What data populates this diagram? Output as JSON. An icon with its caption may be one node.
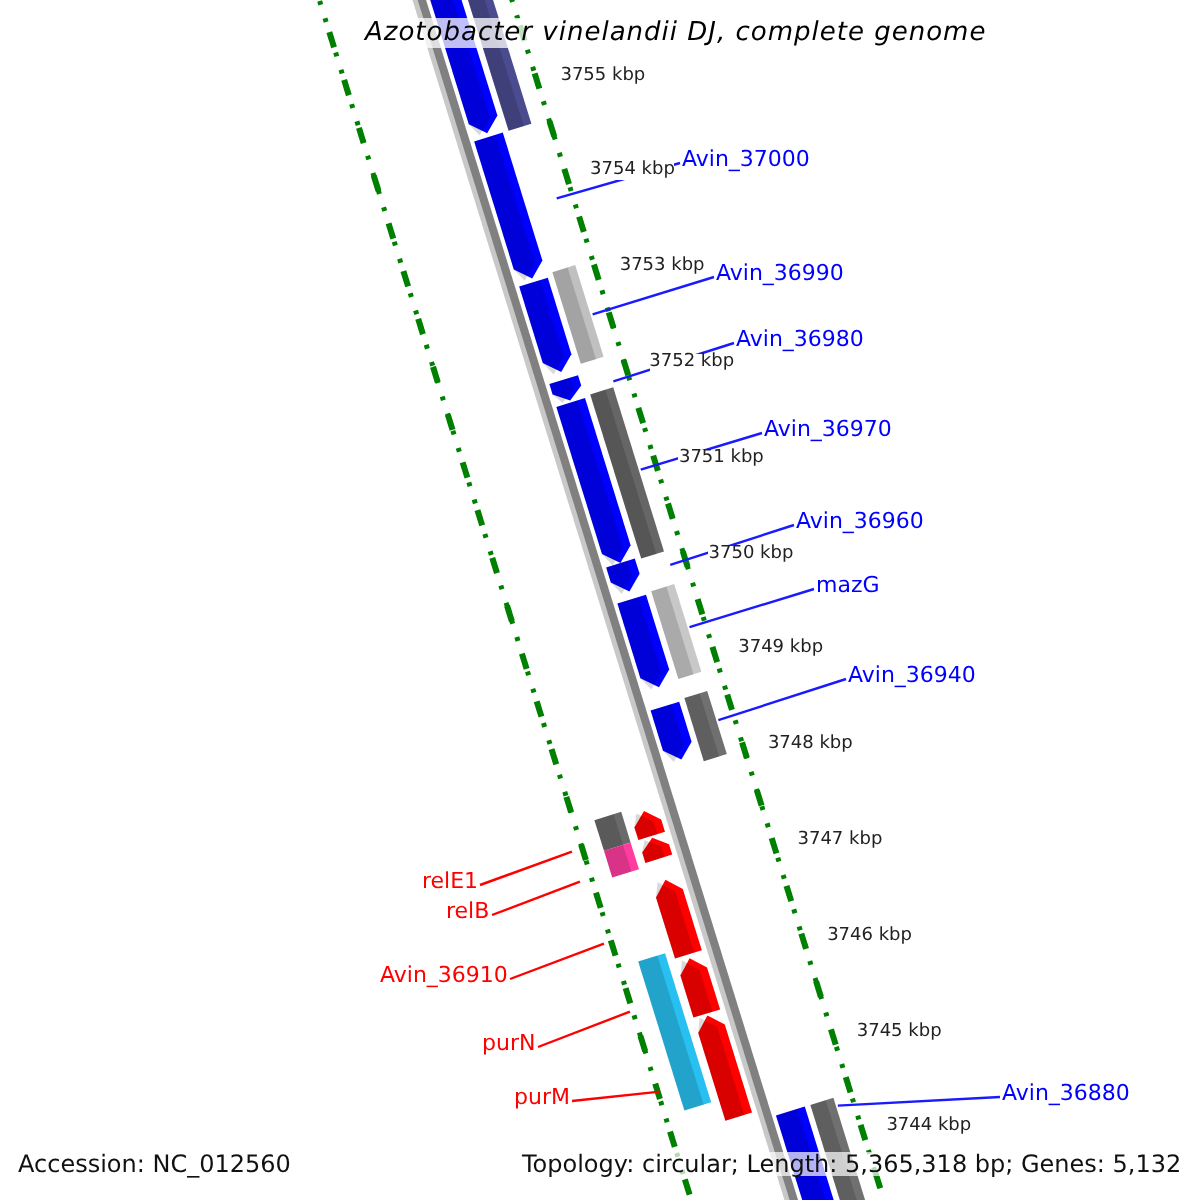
{
  "diagram": {
    "title": "Azotobacter vinelandii DJ, complete genome",
    "nodes": [
      {
        "text": [
          "Avin_37000"
        ]
      },
      {
        "text": [
          "Avin_36990"
        ]
      },
      {
        "text": [
          "Avin_36980"
        ]
      },
      {
        "text": [
          "Avin_36970"
        ]
      },
      {
        "text": [
          "Avin_36960"
        ]
      },
      {
        "text": [
          "mazG"
        ]
      },
      {
        "text": [
          "Avin_36940"
        ]
      },
      {
        "text": [
          "relE1"
        ]
      },
      {
        "text": [
          "relB"
        ]
      },
      {
        "text": [
          "Avin_36910"
        ]
      },
      {
        "text": [
          "purN"
        ]
      },
      {
        "text": [
          "purM"
        ]
      },
      {
        "text": [
          "Avin_36880"
        ]
      }
    ],
    "edges": [
      {
        "from": 0,
        "to": null,
        "arrow": "none"
      },
      {
        "from": 1,
        "to": null,
        "arrow": "none"
      },
      {
        "from": 2,
        "to": null,
        "arrow": "none"
      },
      {
        "from": 3,
        "to": null,
        "arrow": "none"
      },
      {
        "from": 4,
        "to": null,
        "arrow": "none"
      },
      {
        "from": 5,
        "to": null,
        "arrow": "none"
      },
      {
        "from": 6,
        "to": null,
        "arrow": "none"
      },
      {
        "from": 7,
        "to": null,
        "arrow": "none",
        "color": "#ff0000"
      },
      {
        "from": 8,
        "to": null,
        "arrow": "none",
        "color": "#ff0000"
      },
      {
        "from": 9,
        "to": null,
        "arrow": "none",
        "color": "#ff0000"
      },
      {
        "from": 10,
        "to": null,
        "arrow": "none",
        "color": "#ff0000"
      },
      {
        "from": 11,
        "to": null,
        "arrow": "none",
        "color": "#ff0000"
      },
      {
        "from": 12,
        "to": null,
        "arrow": "none"
      }
    ],
    "labels": [
      "3755 kbp",
      "3754 kbp",
      "3753 kbp",
      "3752 kbp",
      "3751 kbp",
      "3750 kbp",
      "3749 kbp",
      "3748 kbp",
      "3747 kbp",
      "3746 kbp",
      "3745 kbp",
      "3744 kbp",
      "Accession: NC_012560",
      "Topology: circular; Length: 5,365,318 bp; Genes: 5,132"
    ]
  }
}
